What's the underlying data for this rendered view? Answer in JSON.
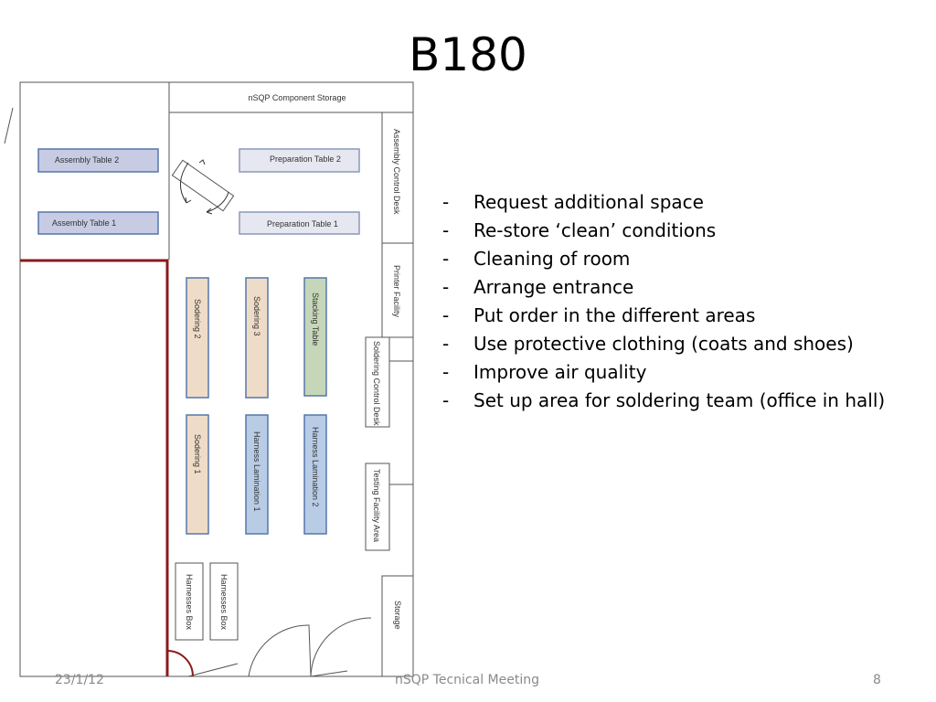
{
  "slide": {
    "title": "B180",
    "bullets": [
      "Request additional space",
      "Re-store ‘clean’ conditions",
      "Cleaning of room",
      "Arrange entrance",
      "Put order in the different areas",
      "Use protective clothing (coats and shoes)",
      "Improve air quality",
      "Set up area for soldering team (office in hall)"
    ],
    "footer": {
      "date": "23/1/12",
      "meeting": "nSQP Tecnical Meeting",
      "page": "8"
    }
  },
  "floorplan": {
    "colors": {
      "assembly": "#c7cbe3",
      "preparation": "#e6e7f1",
      "soldering": "#efdcc8",
      "stacking": "#c6d6b8",
      "lamination": "#b8cce6",
      "wall_red": "#8b1a1a"
    },
    "labels": {
      "component_storage": "nSQP Component Storage",
      "assembly_table_2": "Assembly Table 2",
      "assembly_table_1": "Assembly Table 1",
      "preparation_table_2": "Preparation Table 2",
      "preparation_table_1": "Preparation Table 1",
      "assembly_control_desk": "Assembly Control Desk",
      "printer_facility": "Printer Facility",
      "soldering_control_desk": "Soldering Control Desk",
      "testing_facility_area": "Testing Facility Area",
      "storage": "Storage",
      "sodering_2": "Sodering 2",
      "sodering_3": "Sodering 3",
      "stacking_table": "Stacking Table",
      "sodering_1": "Sodering 1",
      "harness_lamination_1": "Harness Lamination 1",
      "harness_lamination_2": "Harness Lamination 2",
      "harnesses_box_1": "Harnesses Box",
      "harnesses_box_2": "Harnesses Box"
    }
  }
}
